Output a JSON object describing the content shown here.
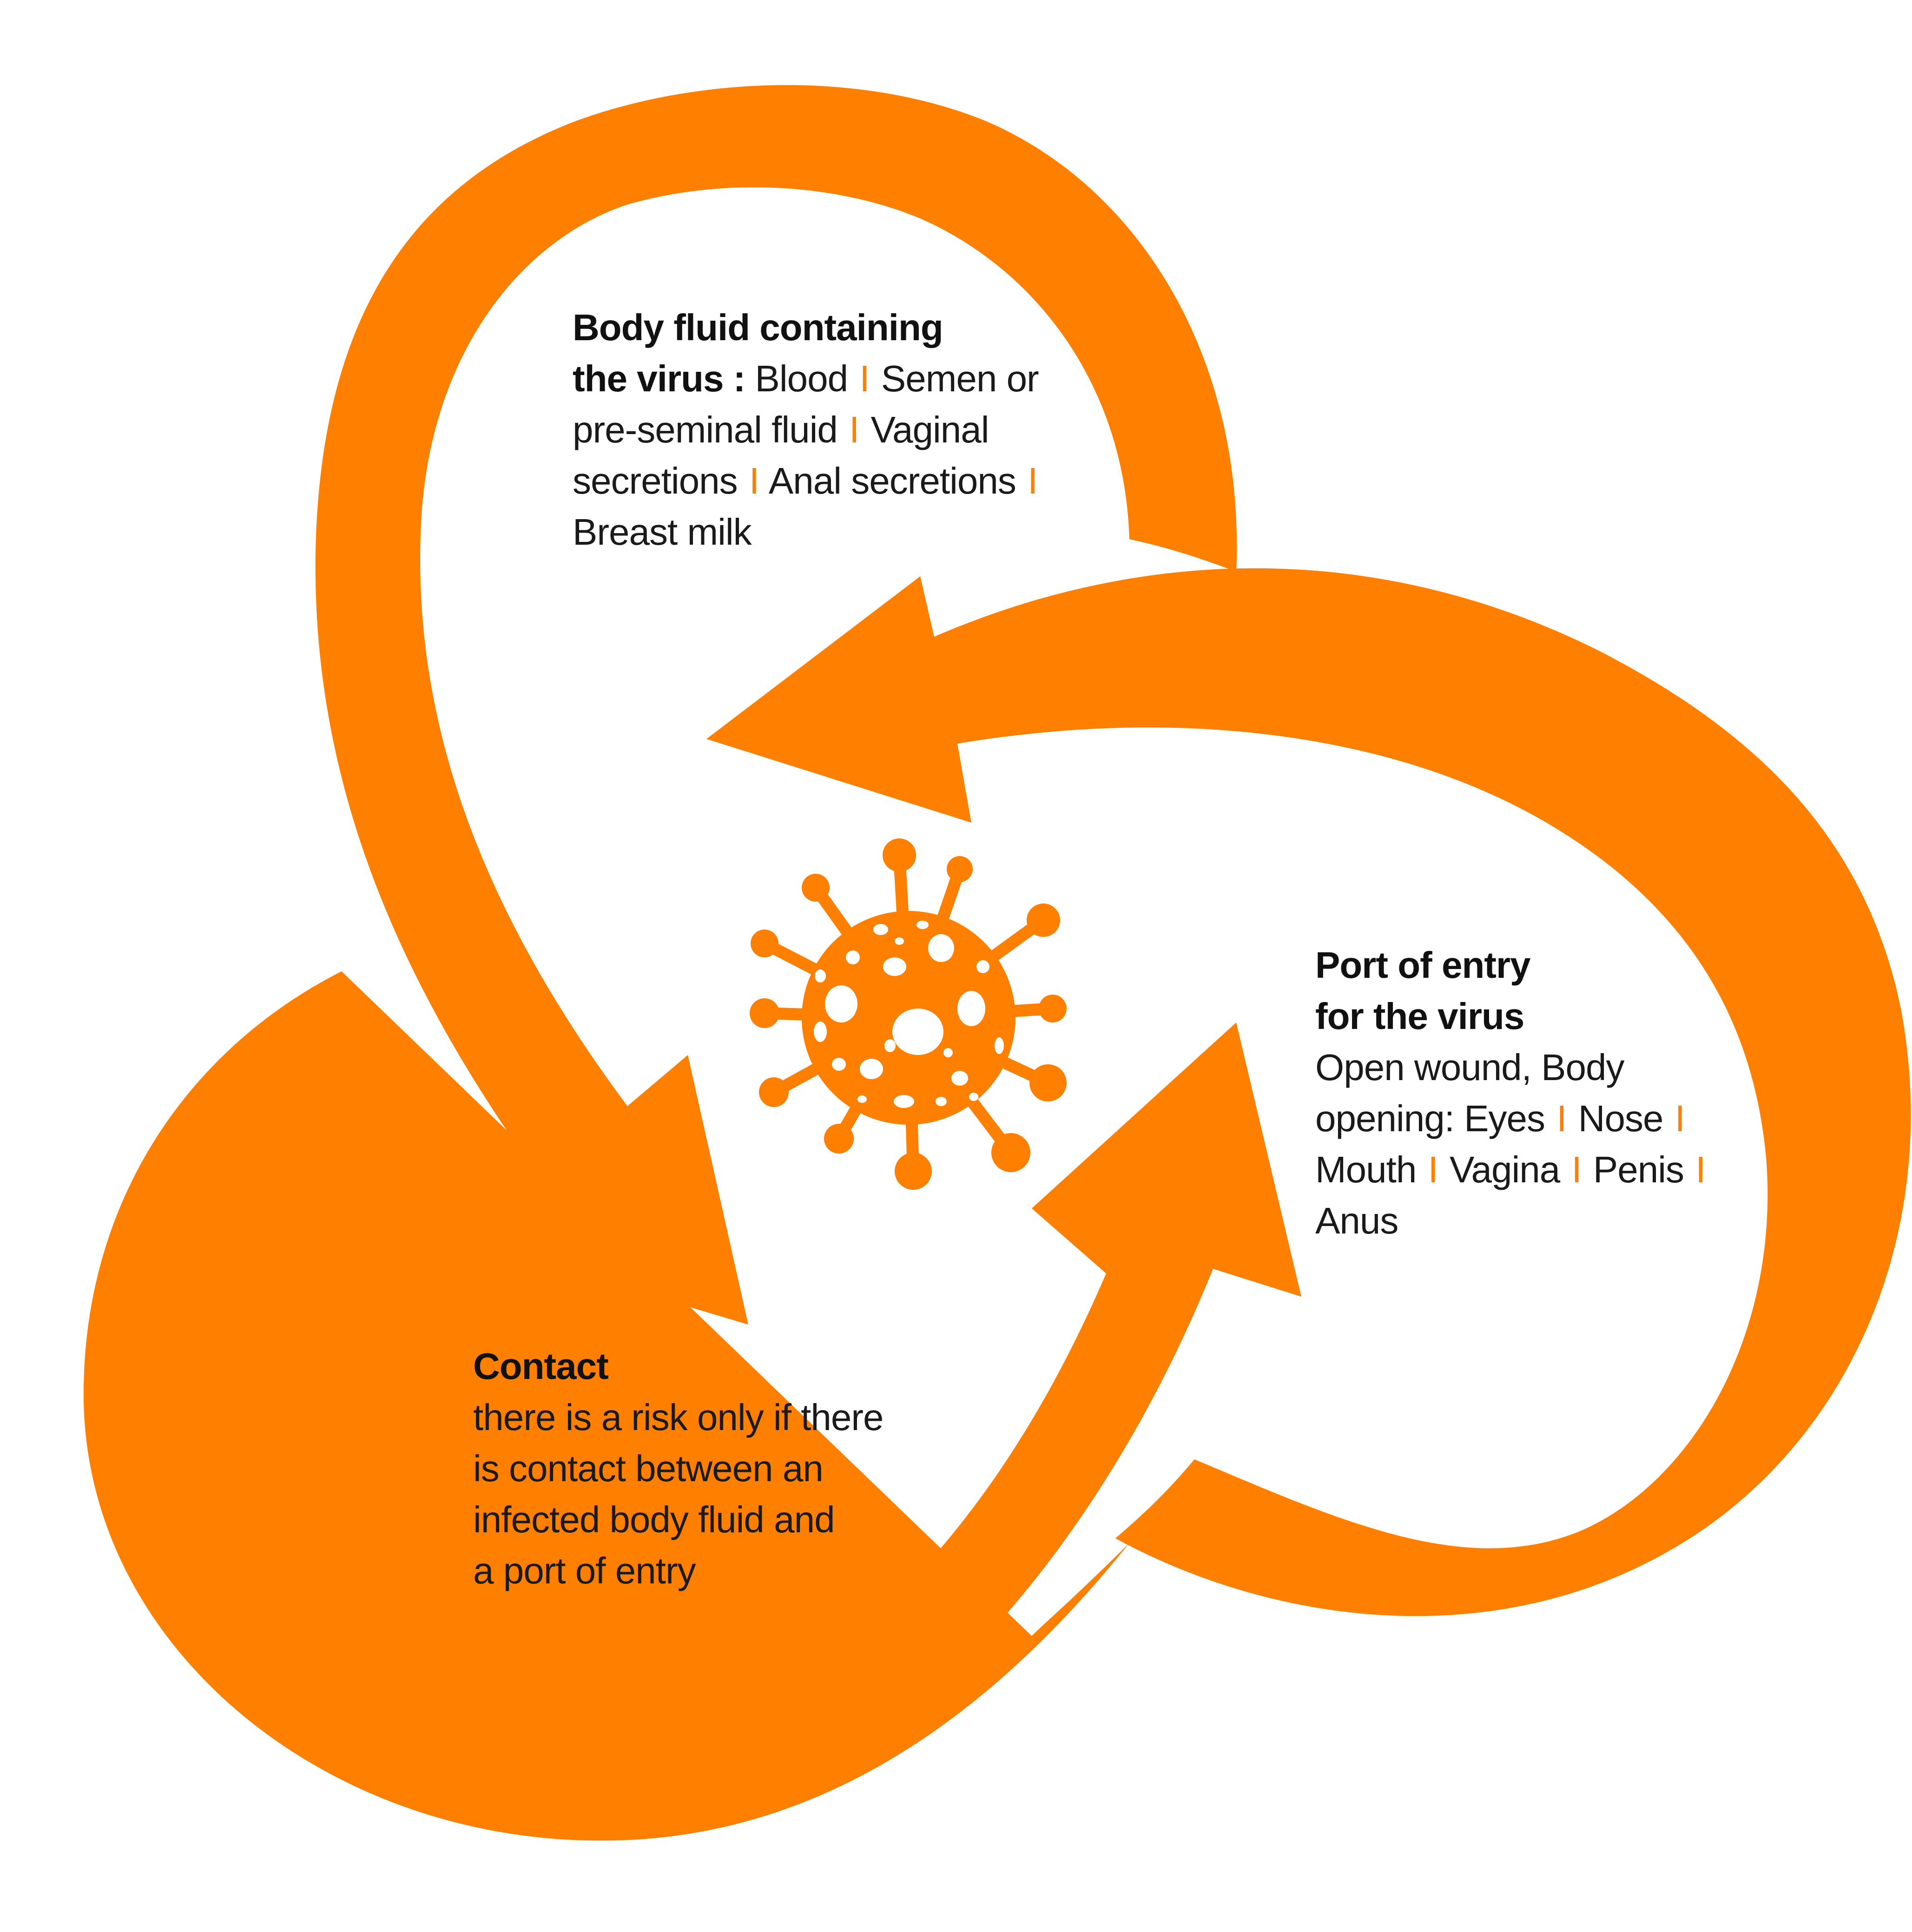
{
  "colors": {
    "accent": "#FF7F00",
    "text": "#1a1a1a",
    "background": "#ffffff"
  },
  "icons": {
    "center": "virus-icon"
  },
  "separator": "I",
  "body_fluid": {
    "heading_line1": "Body fluid containing",
    "heading_line2": "the virus :",
    "items": [
      "Blood",
      "Semen or",
      "pre-seminal fluid",
      "Vaginal",
      "secretions",
      "Anal secretions",
      "Breast milk"
    ]
  },
  "port_of_entry": {
    "heading_line1": "Port of entry",
    "heading_line2": "for the virus",
    "intro_1": "Open wound, Body",
    "intro_2": "opening: Eyes",
    "items": [
      "Nose",
      "Mouth",
      "Vagina",
      "Penis",
      "Anus"
    ]
  },
  "contact": {
    "heading": "Contact",
    "lines": [
      "there is a risk only if there",
      "is contact between an",
      "infected body fluid and",
      "a port of entry"
    ]
  }
}
